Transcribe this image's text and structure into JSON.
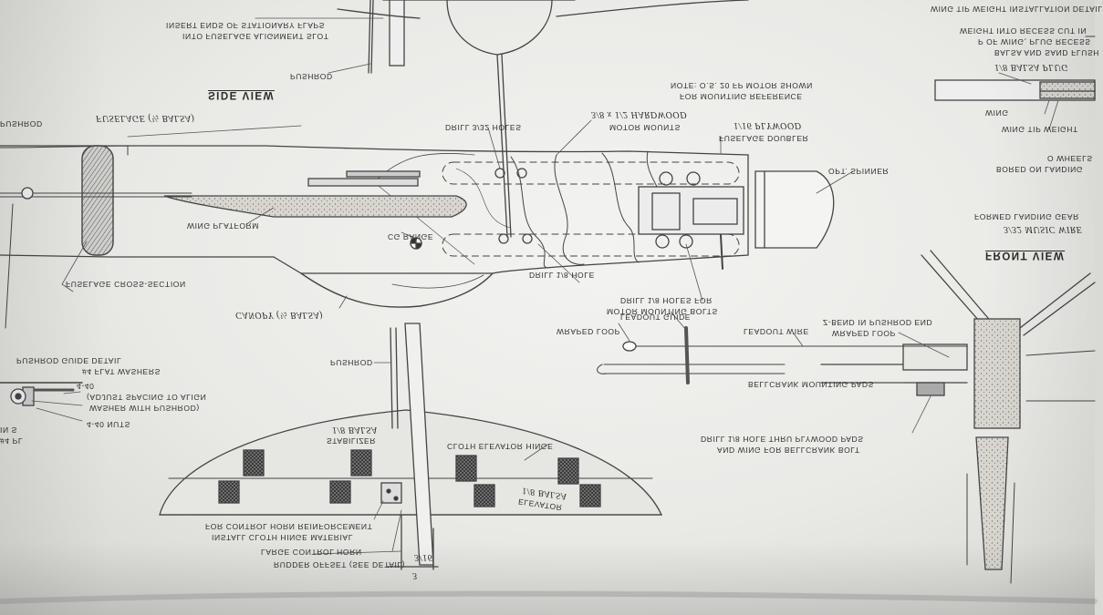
{
  "sheet": {
    "labels": {
      "insert_flaps": "INSERT ENDS OF STATIONARY FLAPS",
      "insert_flaps_2": "INTO FUSELAGE ALIGNMENT SLOT",
      "pushrod_top": "PUSHROD",
      "side_view": "SIDE VIEW",
      "fuselage": "FUSELAGE (½ BALSA)",
      "pushrod_left": "PUSHROD",
      "drill_holes": "DRILL 3/32 HOLES",
      "hardwood_mounts": "3/8 x 1/2 HARDWOOD",
      "motor_mounts": "MOTOR MOUNTS",
      "note_1": "NOTE:  O.S. 20 FP MOTOR SHOWN",
      "note_2": "FOR MOUNTING REFERENCE",
      "fuselage_doubler": "FUSELAGE DOUBLER",
      "plywood_1_16": "1/16 PLYWOOD",
      "opt_spinner": "OPT. SPINNER",
      "wing_platform": "WING PLATFORM",
      "cg_range": "CG RANGE",
      "fuselage_cross_section": "FUSELAGE CROSS-SECTION",
      "drill_hole": "DRILL 1/8 HOLE",
      "drill_motor_1": "DRILL 1/8 HOLES FOR",
      "drill_motor_2": "MOTOR MOUNTING BOLTS",
      "canopy": "CANOPY (½ BALSA)",
      "leadout_guide": "LEADOUT GUIDE",
      "leadout_wire": "LEADOUT WIRE",
      "wraped_loop_1": "WRAPED LOOP",
      "wraped_loop_2": "WRAPED LOOP",
      "z_bend": "Z-BEND IN PUSHROD END",
      "bellcrank_pads": "BELLCRANK MOUNTING PADS",
      "drill_ply_1": "DRILL 1/8 HOLE THRU PLYWOOD PADS",
      "drill_ply_2": "AND WING FOR BELLCRANK BOLT",
      "pushrod_guide": "PUSHROD GUIDE DETAIL",
      "flat_washers": "#4 FLAT WASHERS",
      "four40": "4-40",
      "adjust_1": "(ADJUST SPACING TO ALIGN",
      "adjust_2": "WASHER WITH PUSHROD)",
      "nuts": "4-40 NUTS",
      "pushrod_mid": "PUSHROD",
      "stabilizer": "STABILIZER",
      "stab_balsa": "1/8 BALSA",
      "cloth_hinge": "CLOTH ELEVATOR HINGE",
      "elevator": "ELEVATOR",
      "elev_balsa": "1/8 BALSA",
      "install_1": "INSTALL CLOTH HINGE MATERIAL",
      "install_2": "FOR CONTROL HORN REINFORCEMENT",
      "large_horn": "LARGE CONTROL HORN",
      "rudder_offset": "RUDDER OFFSET (SEE DETAIL)",
      "offset_frac": "3/16",
      "offset_num": "3",
      "front_view": "FRONT VIEW",
      "landing_gear": "FORMED LANDING GEAR",
      "music_wire": "3/32 MUSIC WIRE",
      "bored_1": "BORED ON LANDING",
      "bored_2": "O WHEELS",
      "wing_tip_detail": "WING TIP WEIGHT INSTALLATION DETAIL",
      "tip_1": "WEIGHT INTO RECESS CUT IN",
      "tip_2": "P OF WING, PLUG RECESS",
      "tip_3": "BALSA AND SAND FLUSH",
      "balsa_plug": "1/8 BALSA PLUG",
      "wing": "WING",
      "tip_weight": "WING TIP WEIGHT",
      "pl_a": "#4 PL",
      "pl_b": "IN S"
    }
  }
}
